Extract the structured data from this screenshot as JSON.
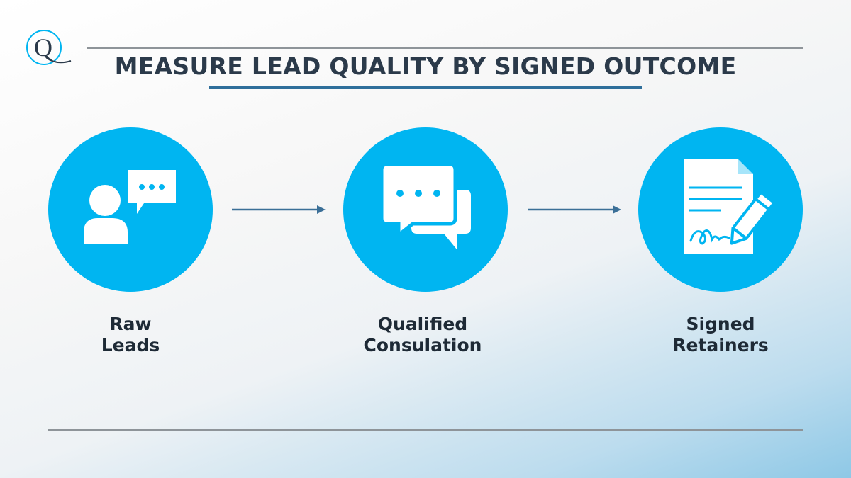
{
  "brand": {
    "logo_letter": "Q",
    "accent_color": "#00b5f1",
    "underline_color": "#2f6f9b"
  },
  "title": "MEASURE LEAD QUALITY BY SIGNED OUTCOME",
  "steps": [
    {
      "icon": "person-speech-bubble-icon",
      "line1": "Raw",
      "line2": "Leads"
    },
    {
      "icon": "chat-bubbles-icon",
      "line1": "Qualified",
      "line2": "Consulation"
    },
    {
      "icon": "signed-document-icon",
      "line1": "Signed",
      "line2": "Retainers"
    }
  ]
}
